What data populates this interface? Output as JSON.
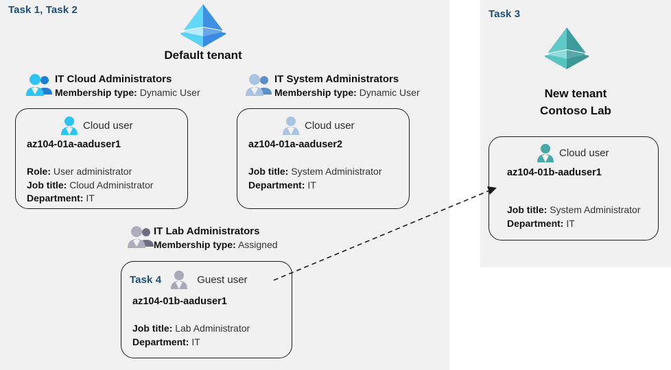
{
  "colors": {
    "panel_bg": "#f1f1f1",
    "page_bg": "#ffffff",
    "task_label": "#1f4e79",
    "card_border": "#1c1c1c",
    "tenant_cyan_light": "#5ad8f7",
    "tenant_cyan_dark": "#3d8ee0",
    "tenant_teal_light": "#57c9c6",
    "tenant_teal_dark": "#3b9e9c",
    "user_cyan": "#2bc4f3",
    "user_steel": "#9fc0e0",
    "user_teal": "#4aa9a6",
    "user_gray": "#a8a8b4"
  },
  "left_panel": {
    "task_label": "Task 1, Task 2",
    "tenant": {
      "icon": "azure-ad-tenant-icon",
      "title": "Default tenant"
    },
    "groups": [
      {
        "icon": "group-users-icon",
        "name": "IT Cloud Administrators",
        "meta_label": "Membership type:",
        "meta_value": "Dynamic User",
        "card": {
          "user_icon": "cloud-user-icon",
          "user_type": "Cloud user",
          "user_name": "az104-01a-aaduser1",
          "attributes": [
            {
              "label": "Role:",
              "value": "User administrator"
            },
            {
              "label": "Job title:",
              "value": "Cloud Administrator"
            },
            {
              "label": "Department:",
              "value": "IT"
            }
          ]
        }
      },
      {
        "icon": "group-users-icon",
        "name": "IT System Administrators",
        "meta_label": "Membership type:",
        "meta_value": "Dynamic User",
        "card": {
          "user_icon": "cloud-user-icon",
          "user_type": "Cloud user",
          "user_name": "az104-01a-aaduser2",
          "attributes": [
            {
              "label": "Job title:",
              "value": "System Administrator"
            },
            {
              "label": "Department:",
              "value": "IT"
            }
          ]
        }
      },
      {
        "icon": "group-users-icon",
        "name": "IT Lab Administrators",
        "meta_label": "Membership type:",
        "meta_value": "Assigned",
        "card": {
          "task_label": "Task 4",
          "user_icon": "guest-user-icon",
          "user_type": "Guest user",
          "user_name": "az104-01b-aaduser1",
          "attributes": [
            {
              "label": "Job title:",
              "value": "Lab Administrator"
            },
            {
              "label": "Department:",
              "value": "IT"
            }
          ]
        }
      }
    ]
  },
  "right_panel": {
    "task_label": "Task 3",
    "tenant": {
      "icon": "azure-ad-tenant-icon",
      "title_line1": "New  tenant",
      "title_line2": "Contoso Lab"
    },
    "card": {
      "user_icon": "cloud-user-icon",
      "user_type": "Cloud user",
      "user_name": "az104-01b-aaduser1",
      "attributes": [
        {
          "label": "Job title:",
          "value": "System Administrator"
        },
        {
          "label": "Department:",
          "value": "IT"
        }
      ]
    }
  },
  "connector": {
    "name": "guest-user-invite-arrow",
    "style": "dashed-arrow"
  }
}
